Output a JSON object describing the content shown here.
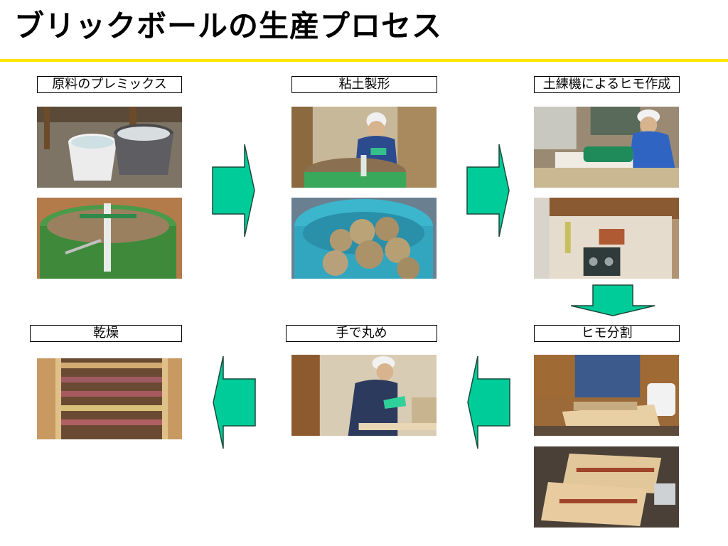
{
  "page": {
    "title": "ブリックボールの生産プロセス"
  },
  "steps": [
    {
      "label": "原料のプレミックス"
    },
    {
      "label": "粘土製形"
    },
    {
      "label": "土練機によるヒモ作成"
    },
    {
      "label": "ヒモ分割"
    },
    {
      "label": "手で丸め"
    },
    {
      "label": "乾燥"
    }
  ],
  "colors": {
    "accent_rule": "#ffe600",
    "arrow_fill": "#00cc99",
    "arrow_stroke": "#1a4a3a"
  }
}
